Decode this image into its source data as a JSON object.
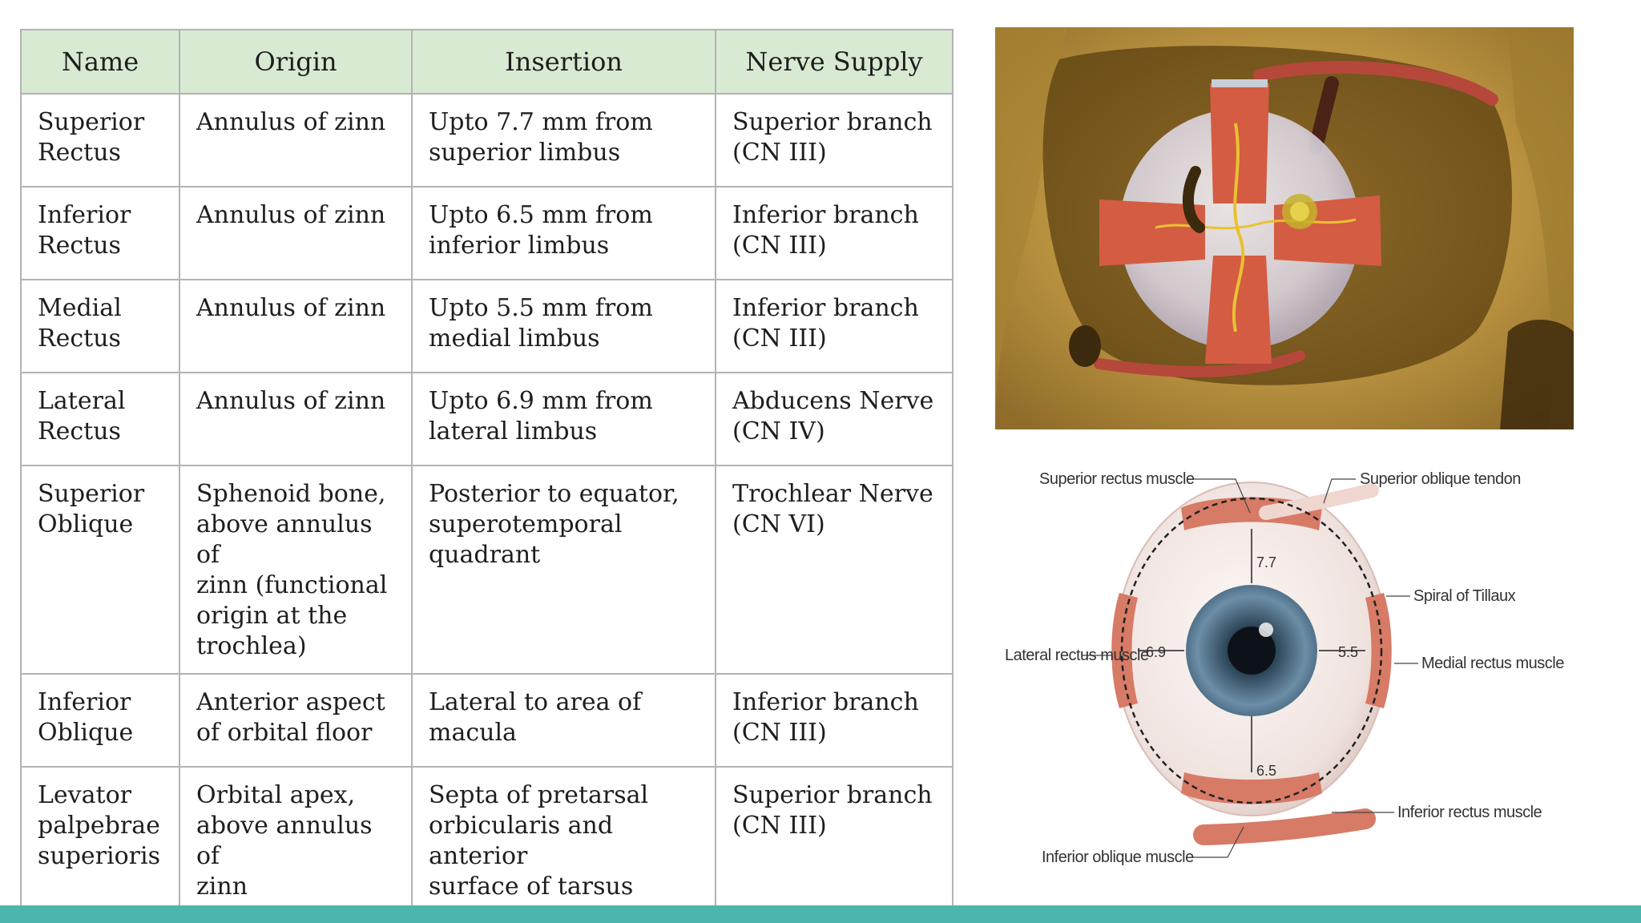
{
  "table": {
    "headers": [
      "Name",
      "Origin",
      "Insertion",
      "Nerve Supply"
    ],
    "rows": [
      {
        "name": "Superior\nRectus",
        "origin": "Annulus of zinn",
        "insertion": "Upto 7.7 mm from\nsuperior limbus",
        "nerve": "Superior branch\n(CN III)"
      },
      {
        "name": "Inferior\nRectus",
        "origin": "Annulus of zinn",
        "insertion": "Upto 6.5 mm from\ninferior limbus",
        "nerve": "Inferior branch\n(CN III)"
      },
      {
        "name": "Medial\nRectus",
        "origin": "Annulus of zinn",
        "insertion": "Upto 5.5 mm from\nmedial limbus",
        "nerve": "Inferior branch\n(CN III)"
      },
      {
        "name": "Lateral\nRectus",
        "origin": "Annulus of zinn",
        "insertion": "Upto 6.9 mm from\nlateral limbus",
        "nerve": "Abducens Nerve\n(CN IV)"
      },
      {
        "name": "Superior\nOblique",
        "origin": "Sphenoid bone,\nabove annulus of\nzinn (functional\norigin at the\ntrochlea)",
        "insertion": "Posterior to equator,\nsuperotemporal\nquadrant",
        "nerve": "Trochlear Nerve\n(CN VI)"
      },
      {
        "name": "Inferior\nOblique",
        "origin": "Anterior aspect\nof orbital floor",
        "insertion": "Lateral to area of\nmacula",
        "nerve": "Inferior branch\n(CN III)"
      },
      {
        "name": "Levator\npalpebrae\nsuperioris",
        "origin": "Orbital apex,\nabove annulus of\nzinn",
        "insertion": "Septa of pretarsal\norbicularis and anterior\nsurface of tarsus",
        "nerve": "Superior branch\n(CN III)"
      }
    ]
  },
  "diagram": {
    "labels": {
      "superior_rectus": "Superior rectus muscle",
      "superior_oblique_tendon": "Superior oblique tendon",
      "spiral_of_tillaux": "Spiral of Tillaux",
      "lateral_rectus": "Lateral rectus muscle",
      "medial_rectus": "Medial rectus muscle",
      "inferior_rectus": "Inferior rectus muscle",
      "inferior_oblique": "Inferior oblique muscle"
    },
    "distances": {
      "superior": "7.7",
      "lateral": "6.9",
      "medial": "5.5",
      "inferior": "6.5"
    }
  },
  "colors": {
    "header_bg": "#d9ead3",
    "border": "#b3b3b3",
    "accent_bar": "#4db6ac"
  }
}
